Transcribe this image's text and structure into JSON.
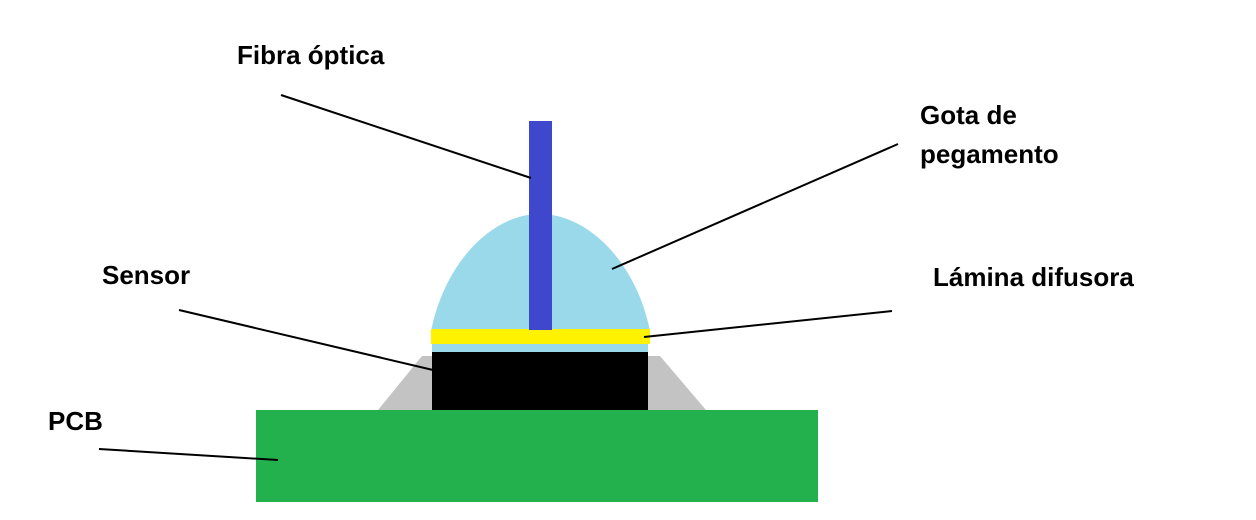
{
  "labels": {
    "optical_fiber": "Fibra óptica",
    "glue_drop_line1": "Gota de",
    "glue_drop_line2": "pegamento",
    "sensor": "Sensor",
    "diffuser_sheet": "Lámina difusora",
    "pcb": "PCB"
  },
  "colors": {
    "pcb": "#22b14c",
    "sensor": "#000000",
    "fillet": "#c3c3c3",
    "diffuser": "#fff200",
    "glue": "#99d9ea",
    "fiber": "#3f48cc",
    "leader": "#000000"
  }
}
